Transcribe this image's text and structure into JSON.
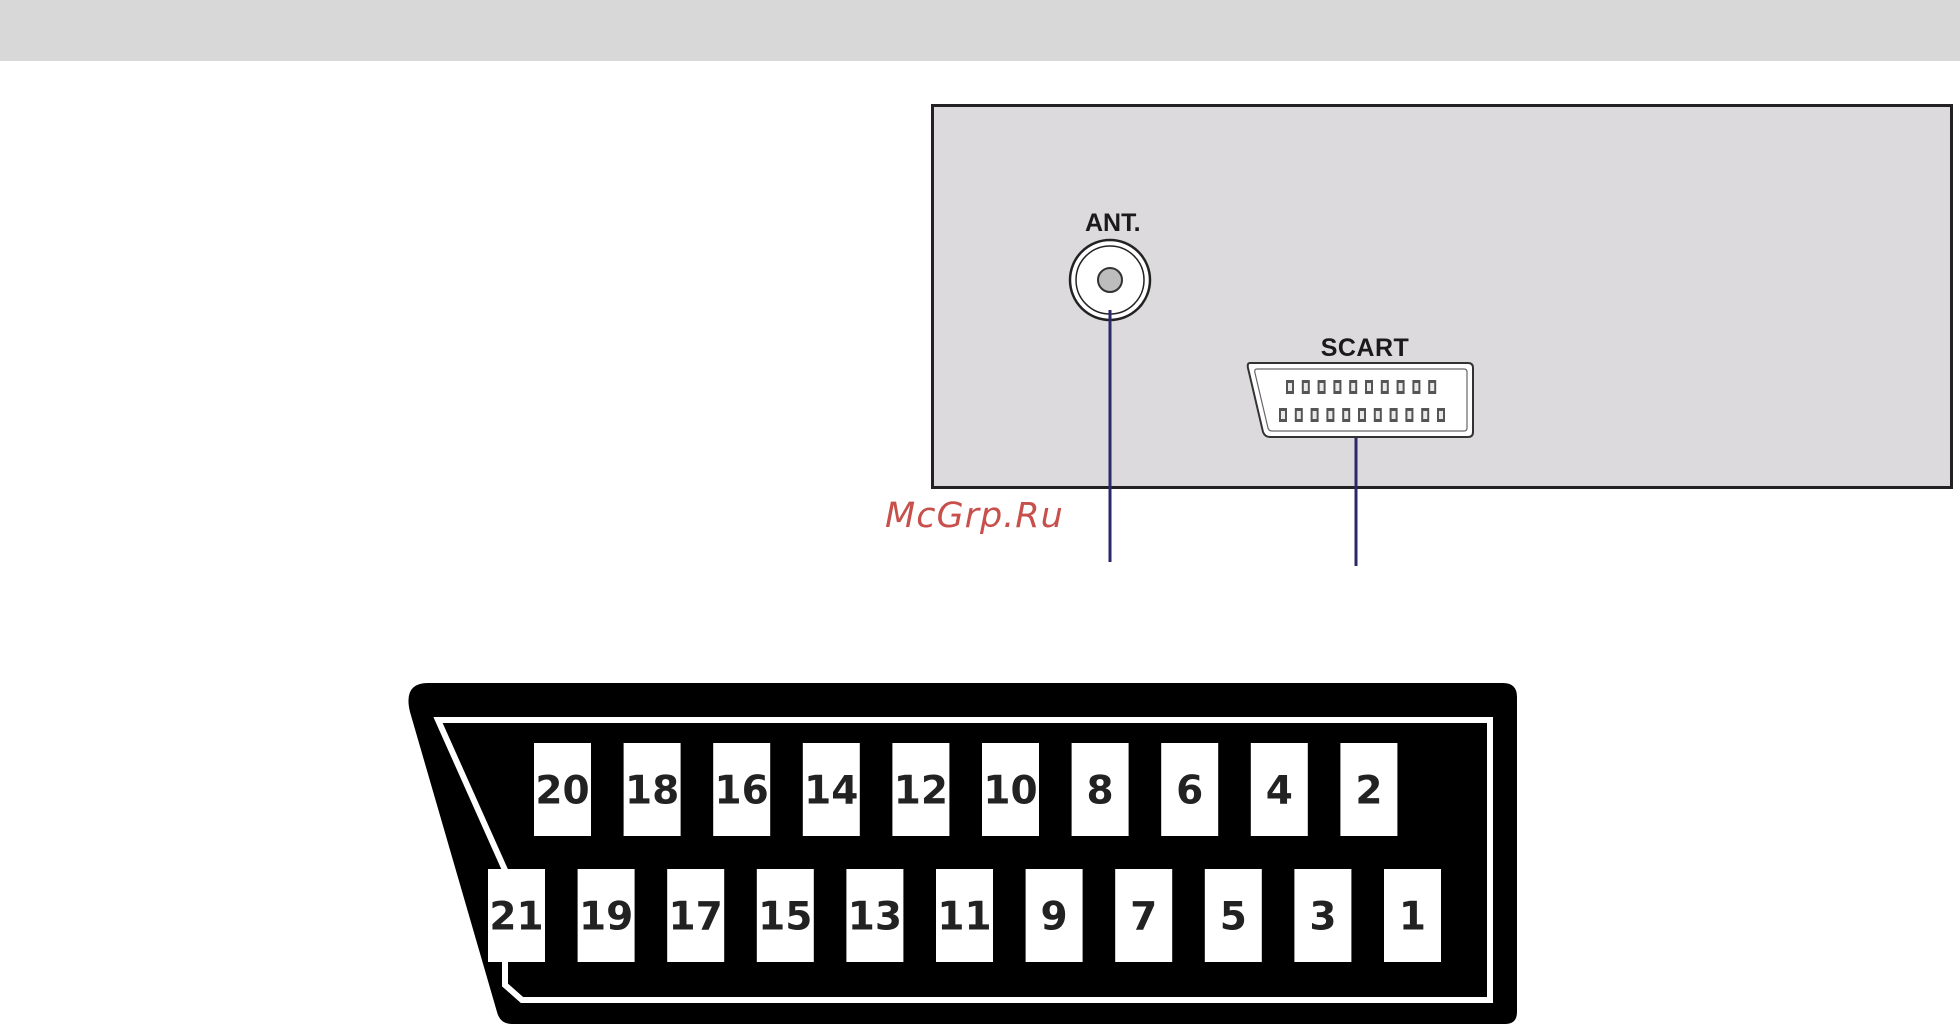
{
  "labels": {
    "antenna": "ANT.",
    "scart": "SCART"
  },
  "watermark": "McGrp.Ru",
  "scart_pins": {
    "top_row": [
      "20",
      "18",
      "16",
      "14",
      "12",
      "10",
      "8",
      "6",
      "4",
      "2"
    ],
    "bottom_row": [
      "21",
      "19",
      "17",
      "15",
      "13",
      "11",
      "9",
      "7",
      "5",
      "3",
      "1"
    ]
  },
  "colors": {
    "panel": "#dcdadd",
    "callout_line": "#2a2a6a",
    "watermark": "#c8504c"
  }
}
